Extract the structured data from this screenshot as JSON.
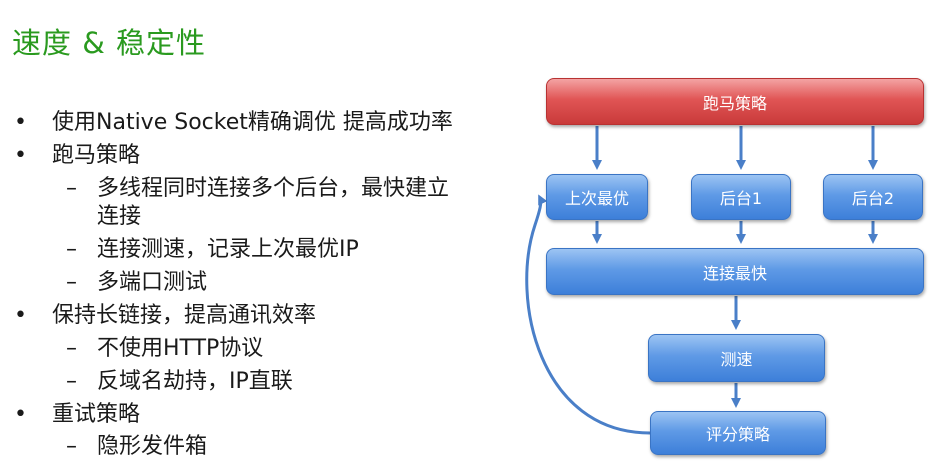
{
  "title": "速度 & 稳定性",
  "bullets": [
    {
      "bullet": "•",
      "text": "使用Native Socket精确调优 提高成功率"
    },
    {
      "bullet": "•",
      "text": "跑马策略"
    },
    {
      "bullet": "–",
      "text": "多线程同时连接多个后台，最快建立"
    },
    {
      "bullet": "",
      "text": "连接"
    },
    {
      "bullet": "–",
      "text": "连接测速，记录上次最优IP"
    },
    {
      "bullet": "–",
      "text": "多端口测试"
    },
    {
      "bullet": "•",
      "text": "保持长链接，提高通讯效率"
    },
    {
      "bullet": "–",
      "text": "不使用HTTP协议"
    },
    {
      "bullet": "–",
      "text": "反域名劫持，IP直联"
    },
    {
      "bullet": "•",
      "text": "重试策略"
    },
    {
      "bullet": "–",
      "text": "隐形发件箱"
    }
  ],
  "diagram": {
    "nodes": {
      "horse_race": "跑马策略",
      "last_best": "上次最优",
      "backend1": "后台1",
      "backend2": "后台2",
      "fastest": "连接最快",
      "speed_test": "测速",
      "evaluate": "评分策略"
    },
    "colors": {
      "red_box": "#e05555",
      "blue_box": "#5f9ae6",
      "arrow": "#4a7fc8",
      "title": "#2a9a1f"
    }
  }
}
